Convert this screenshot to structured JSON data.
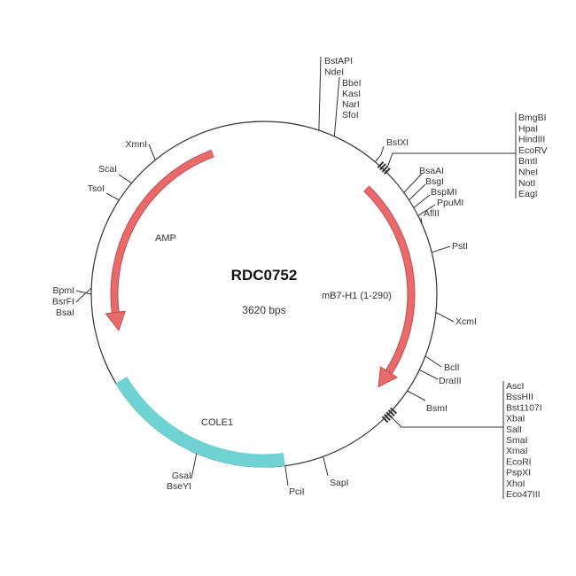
{
  "plasmid": {
    "name": "RDC0752",
    "size_label": "3620 bps"
  },
  "features": [
    {
      "name": "AMP",
      "color": "#e86a6a"
    },
    {
      "name": "mB7-H1 (1-290)",
      "color": "#e86a6a"
    },
    {
      "name": "COLE1",
      "color": "#6fd3d3"
    }
  ],
  "sites": {
    "top_left_group": [
      "BstAPI",
      "NdeI"
    ],
    "top_right_group": [
      "BbeI",
      "KasI",
      "NarI",
      "SfoI"
    ],
    "bstxi": "BstXI",
    "mcs1": [
      "BmgBI",
      "HpaI",
      "HindIII",
      "EcoRV",
      "BmtI",
      "NheI",
      "NotI",
      "EagI"
    ],
    "right_upper": [
      "BsaAI",
      "BsgI",
      "BspMI",
      "PpuMI",
      "AflII"
    ],
    "psti": "PstI",
    "xcmi": "XcmI",
    "right_lower": [
      "BclI",
      "DraIII",
      "BsmI"
    ],
    "mcs2": [
      "AscI",
      "BssHII",
      "Bst1107I",
      "XbaI",
      "SalI",
      "SmaI",
      "XmaI",
      "EcoRI",
      "PspXI",
      "XhoI",
      "Eco47III"
    ],
    "sapi": "SapI",
    "pcii": "PciI",
    "bottom_left": [
      "GsaI",
      "BseYI"
    ],
    "left": [
      "BpmI",
      "BsrFI",
      "BsaI"
    ],
    "upper_left": [
      "TsoI",
      "ScaI",
      "XmnI"
    ]
  }
}
